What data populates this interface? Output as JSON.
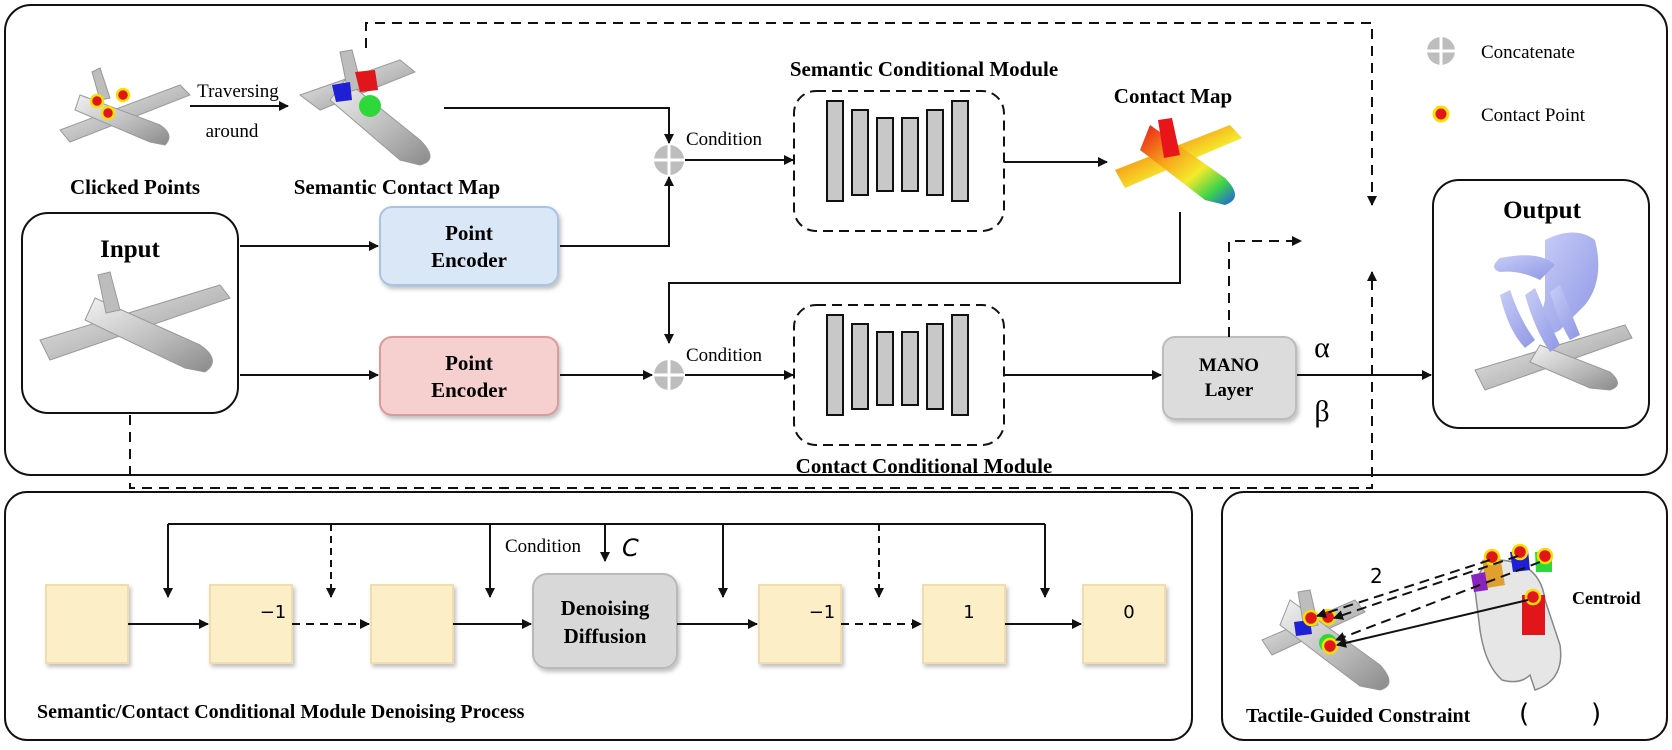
{
  "main": {
    "clicked_points": "Clicked Points",
    "traversing": "Traversing",
    "around": "around",
    "semantic_contact_map": "Semantic Contact Map",
    "semantic_module": "Semantic Conditional Module",
    "contact_map": "Contact Map",
    "condition_top": "Condition",
    "condition_bottom": "Condition",
    "input": "Input",
    "encoder_top_line1": "Point",
    "encoder_top_line2": "Encoder",
    "encoder_bottom_line1": "Point",
    "encoder_bottom_line2": "Encoder",
    "contact_module": "Contact Conditional Module",
    "mano_line1": "MANO",
    "mano_line2": "Layer",
    "alpha": "α",
    "beta": "β",
    "output": "Output"
  },
  "legend": {
    "concatenate": "Concatenate",
    "contact_point": "Contact Point"
  },
  "denoise": {
    "title": "Semantic/Contact Conditional Module Denoising Process",
    "condition": "Condition",
    "c_symbol": "C",
    "diffusion_line1": "Denoising",
    "diffusion_line2": "Diffusion",
    "box_labels": [
      "",
      "−1",
      "",
      "−1",
      "1",
      "0"
    ]
  },
  "tactile": {
    "title": "Tactile-Guided Constraint",
    "paren_open": "(",
    "paren_close": ")",
    "centroid": "Centroid",
    "number": "2"
  },
  "colors": {
    "encoder_blue": "#d9e7f7",
    "encoder_red": "#f6d0cf",
    "latent_box": "#fcefc8",
    "gray_box": "#d8d8d8",
    "contact_red": "#e0161b",
    "contact_ring": "#f5e000"
  }
}
